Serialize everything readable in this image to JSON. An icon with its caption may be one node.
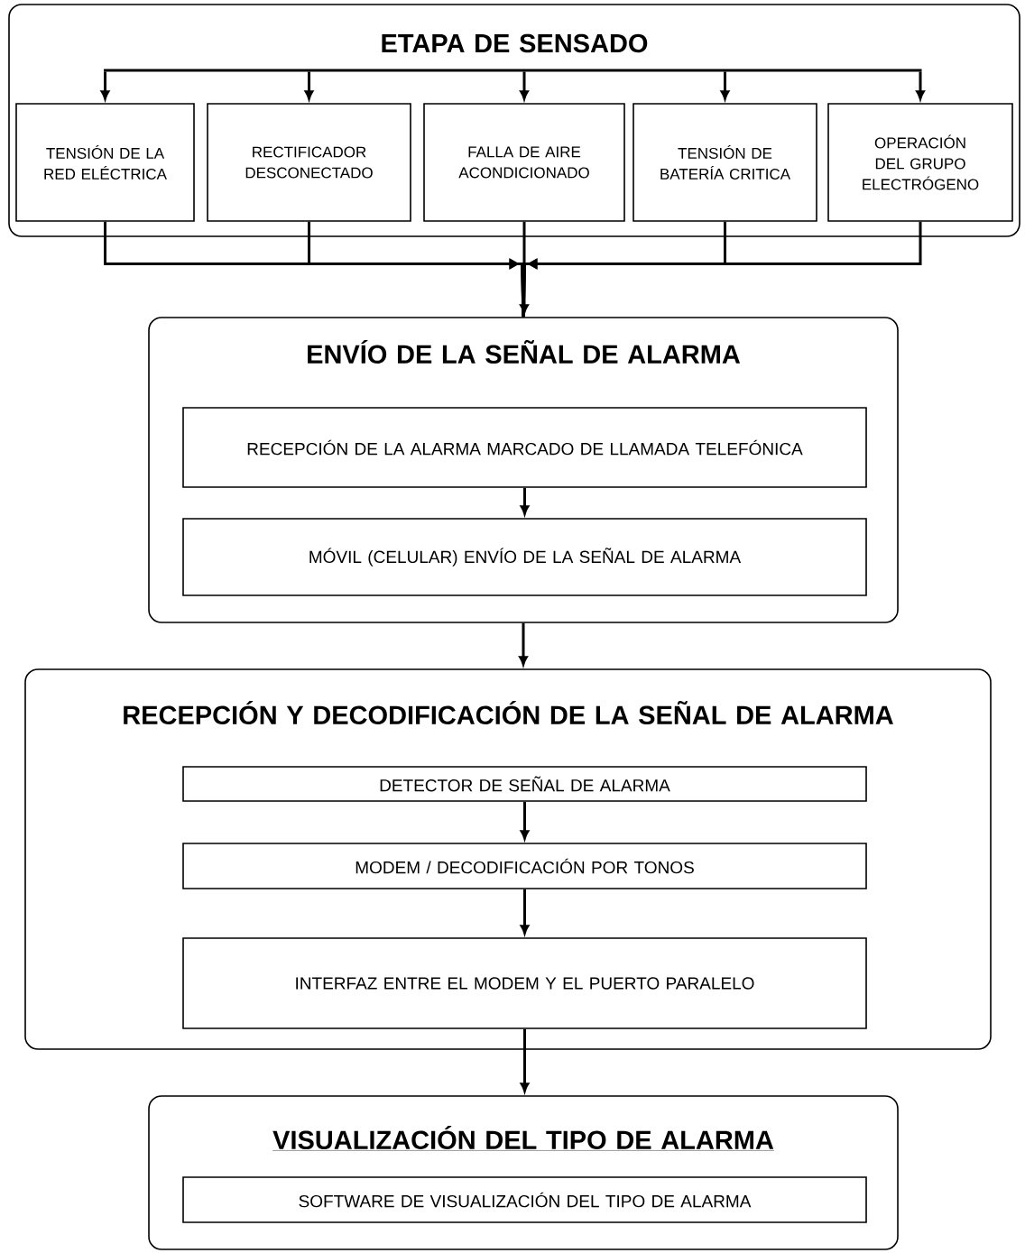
{
  "diagram": {
    "nodes": [
      {
        "text": [
          "ETAPA DE SENSADO"
        ]
      },
      {
        "text": [
          "TENSIÓN DE LA RED ELÉCTRICA"
        ],
        "in": 0
      },
      {
        "text": [
          "RECTIFICADOR DESCONECTADO"
        ],
        "in": 0
      },
      {
        "text": [
          "FALLA DE AIRE ACONDICIONADO"
        ],
        "in": 0
      },
      {
        "text": [
          "TENSIÓN DE BATERÍA CRITICA"
        ],
        "in": 0
      },
      {
        "text": [
          "OPERACIÓN DEL GRUPO ELECTRÓGENO"
        ],
        "in": 0
      },
      {
        "text": [
          "ENVÍO DE LA SEÑAL DE ALARMA"
        ]
      },
      {
        "text": [
          "RECEPCIÓN DE LA ALARMA MARCADO DE LLAMADA TELEFÓNICA"
        ],
        "in": 6
      },
      {
        "text": [
          "MÓVIL (CELULAR) ENVÍO DE LA SEÑAL DE ALARMA"
        ],
        "in": 6
      },
      {
        "text": [
          "RECEPCIÓN Y DECODIFICACIÓN DE LA SEÑAL DE ALARMA"
        ]
      },
      {
        "text": [
          "DETECTOR DE SEÑAL DE ALARMA"
        ],
        "in": 9
      },
      {
        "text": [
          "MODEM / DECODIFICACIÓN POR TONOS"
        ],
        "in": 9
      },
      {
        "text": [
          "INTERFAZ ENTRE EL MODEM Y EL PUERTO PARALELO"
        ],
        "in": 9
      },
      {
        "text": [
          "VISUALIZACIÓN DEL TIPO DE ALARMA"
        ]
      },
      {
        "text": [
          "SOFTWARE DE VISUALIZACIÓN DEL TIPO DE ALARMA"
        ],
        "in": 13
      }
    ],
    "edges": [
      {
        "from": null,
        "to": 1,
        "arrow": "to"
      },
      {
        "from": null,
        "to": 2,
        "arrow": "to"
      },
      {
        "from": null,
        "to": 3,
        "arrow": "to"
      },
      {
        "from": null,
        "to": 4,
        "arrow": "to"
      },
      {
        "from": null,
        "to": 5,
        "arrow": "to"
      },
      {
        "from": 1,
        "to": 6,
        "arrow": "to"
      },
      {
        "from": 2,
        "to": 6,
        "arrow": "to"
      },
      {
        "from": 3,
        "to": 6,
        "arrow": "to"
      },
      {
        "from": 4,
        "to": 6,
        "arrow": "to"
      },
      {
        "from": 5,
        "to": 6,
        "arrow": "to"
      },
      {
        "from": 7,
        "to": 8,
        "arrow": "to"
      },
      {
        "from": 6,
        "to": 9,
        "arrow": "to"
      },
      {
        "from": 10,
        "to": 11,
        "arrow": "to"
      },
      {
        "from": 11,
        "to": 12,
        "arrow": "to"
      },
      {
        "from": 12,
        "to": 13,
        "arrow": "to"
      }
    ]
  }
}
